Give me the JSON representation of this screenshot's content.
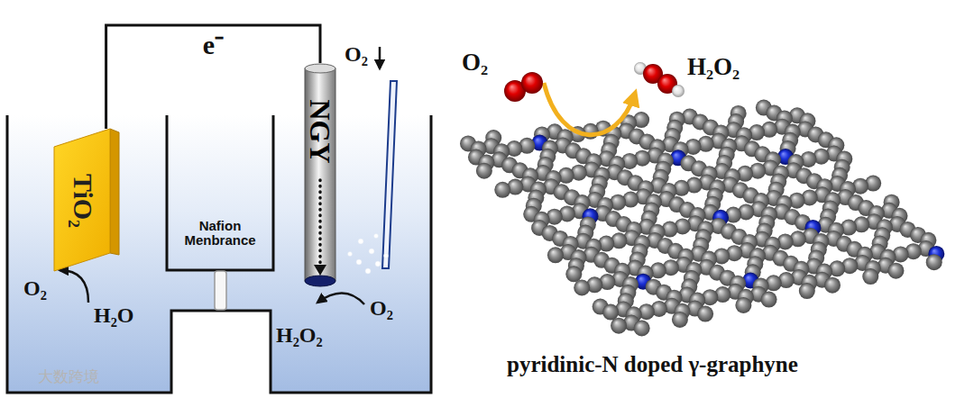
{
  "diagram": {
    "nodes": [
      {
        "text": [
          "TiO₂"
        ]
      },
      {
        "text": [
          "NGY"
        ]
      }
    ],
    "edges": [
      {
        "from": 0,
        "to": 1,
        "arrow": "none",
        "label": "e⁻"
      }
    ],
    "labels": [
      "O₂",
      "Nafion Menbrance",
      "O₂",
      "H₂O",
      "O₂",
      "H₂O₂",
      "O₂",
      "H₂O₂",
      "pyridinic-N doped γ-graphyne",
      "大数跨境"
    ]
  }
}
